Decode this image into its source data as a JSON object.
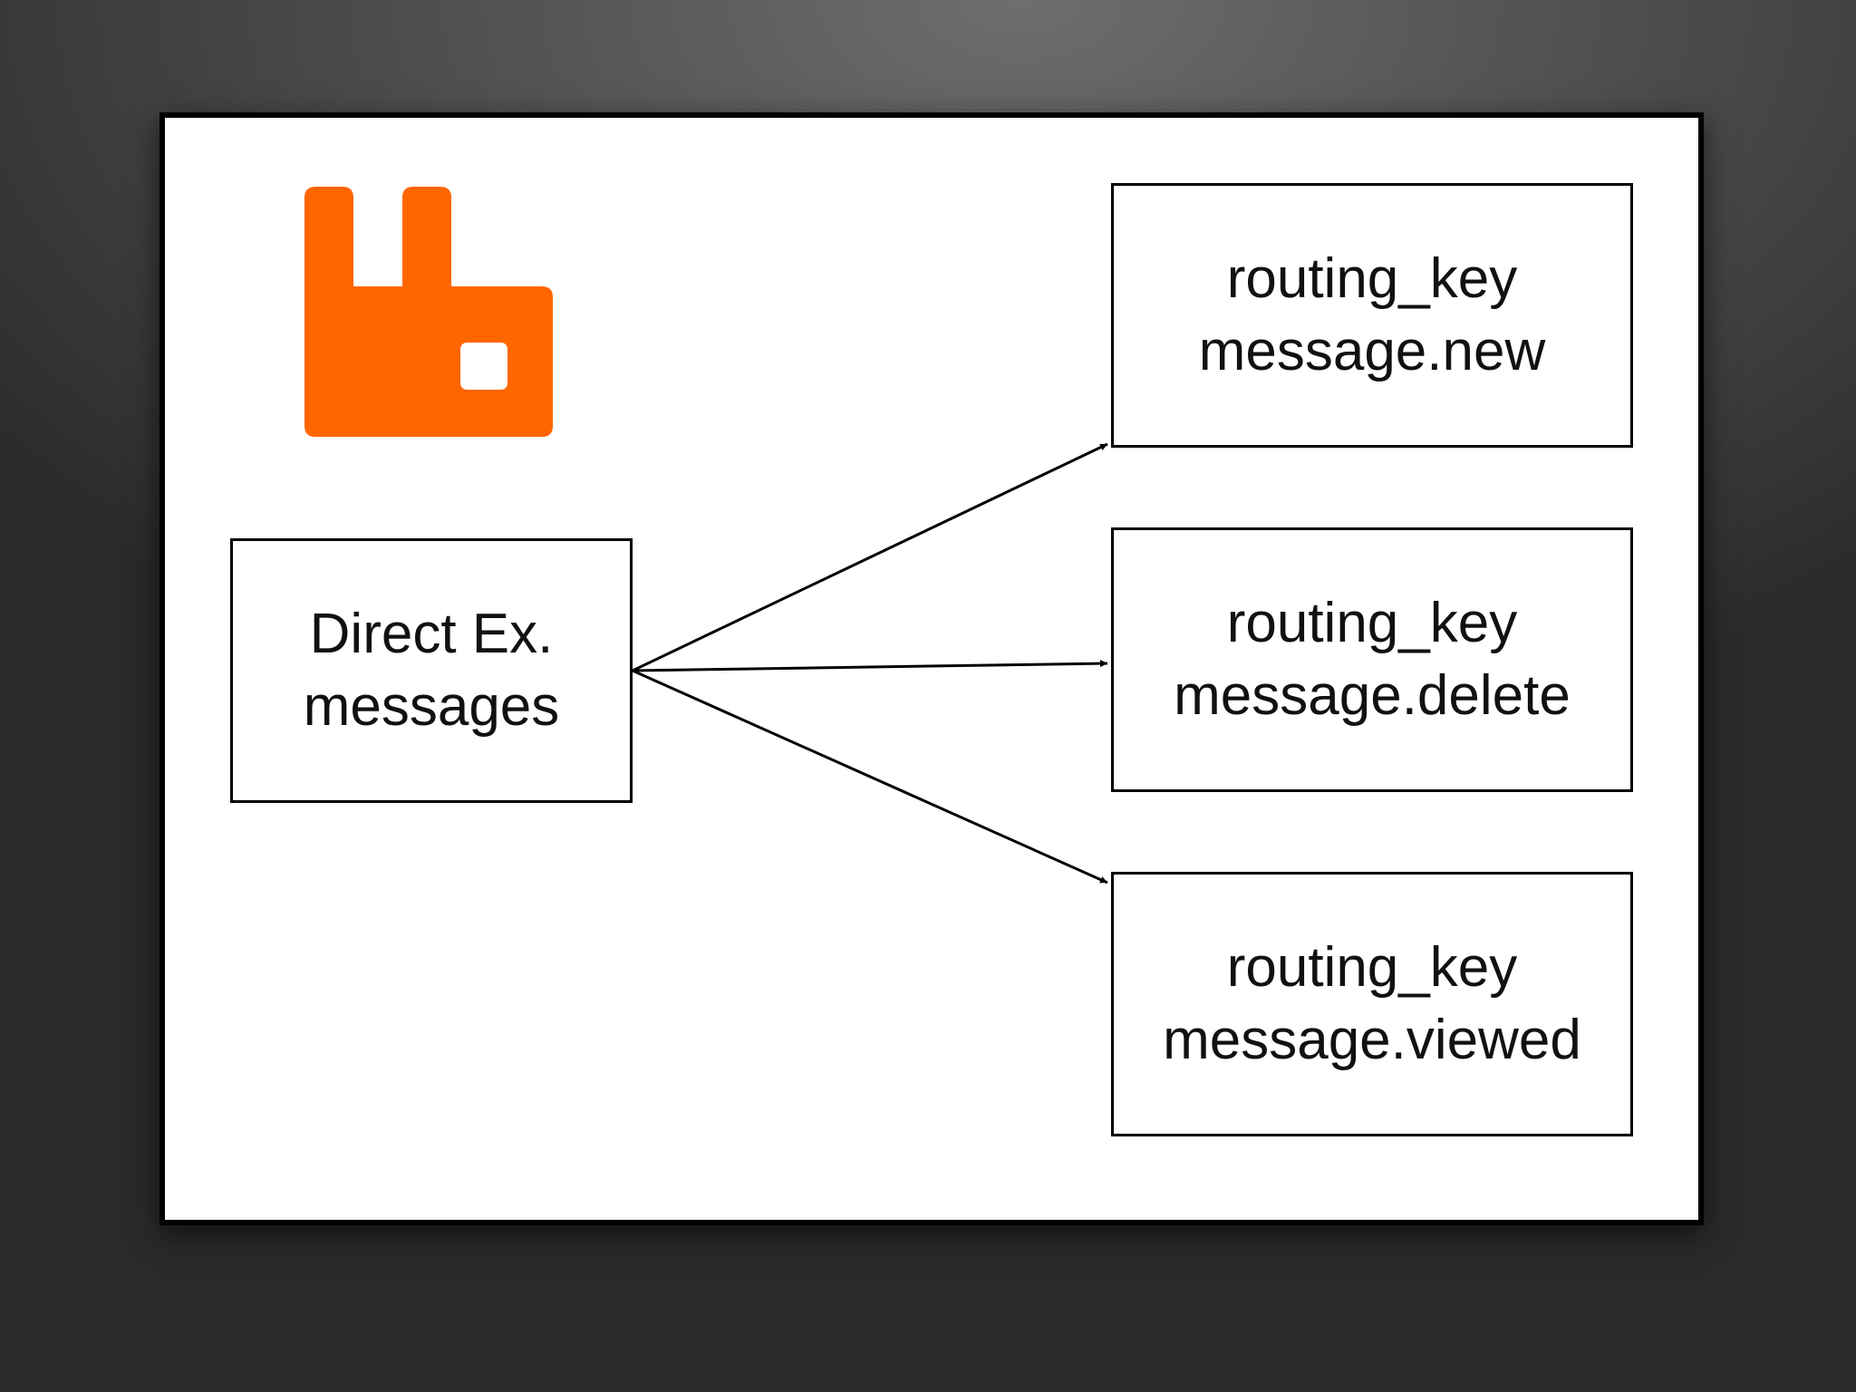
{
  "colors": {
    "logo": "#FF6600",
    "stroke": "#000000",
    "background": "#ffffff"
  },
  "logo": {
    "icon": "rabbitmq-logo-icon"
  },
  "exchange": {
    "line1": "Direct Ex.",
    "line2": "messages"
  },
  "queues": [
    {
      "line1": "routing_key",
      "line2": "message.new"
    },
    {
      "line1": "routing_key",
      "line2": "message.delete"
    },
    {
      "line1": "routing_key",
      "line2": "message.viewed"
    }
  ],
  "edges": [
    {
      "from": "exchange",
      "to": "queues.0"
    },
    {
      "from": "exchange",
      "to": "queues.1"
    },
    {
      "from": "exchange",
      "to": "queues.2"
    }
  ]
}
